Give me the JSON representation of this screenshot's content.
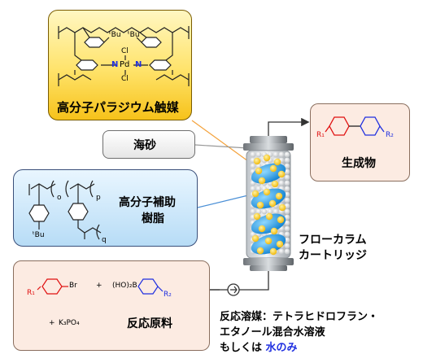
{
  "labels": {
    "catalyst": "高分子パラジウム触媒",
    "sand": "海砂",
    "resin_line1": "高分子補助",
    "resin_line2": "樹脂",
    "product": "生成物",
    "column_line1": "フローカラム",
    "column_line2": "カートリッジ",
    "reagent": "反応原料",
    "solvent_line1": "反応溶媒：テトラヒドロフラン・",
    "solvent_line2": "エタノール混合水溶液",
    "solvent_line3_prefix": "もしくは",
    "solvent_line3_water": "水のみ"
  },
  "chem_labels": {
    "tbu": "ᵗBu",
    "cl": "Cl",
    "pd": "Pd",
    "n": "N",
    "o": "o",
    "p": "p",
    "q": "q",
    "br": "Br",
    "boronic": "(HO)₂B",
    "r1": "R₁",
    "r2": "R₂",
    "plus": "+",
    "base": "K₃PO₄"
  },
  "colors": {
    "catalyst_fill": "#ffe36a",
    "resin_fill": "#b7dcf6",
    "reagent_fill": "#fcebe2",
    "column_bead_blue": "#1e9be0",
    "column_bead_yellow": "#ffd400",
    "red": "#e01010",
    "blue": "#1f2fe0",
    "orange_line": "#f4a23c",
    "blue_line": "#4a8fd6"
  }
}
